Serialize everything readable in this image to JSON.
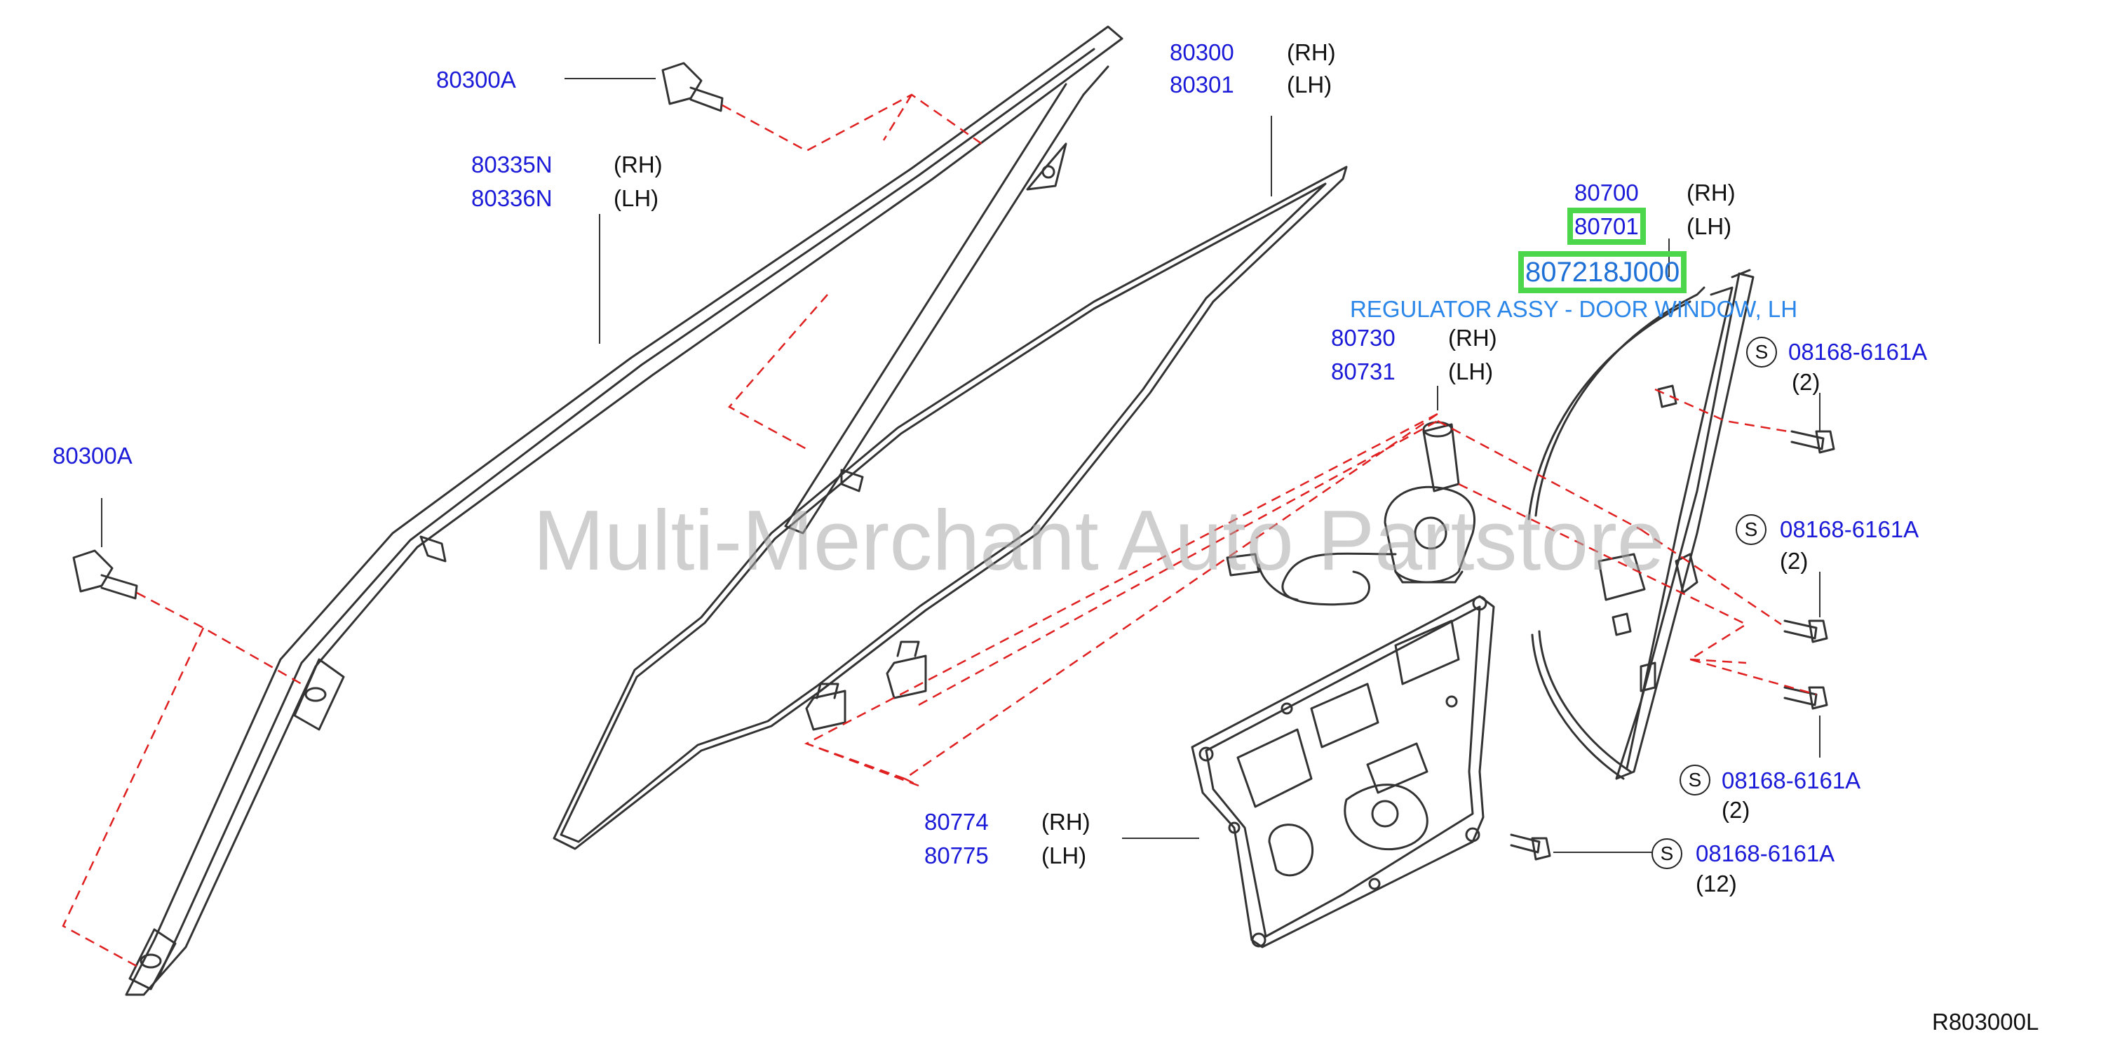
{
  "watermark": "Multi-Merchant Auto Partstore",
  "reference_code": "R803000L",
  "callout": {
    "part_number": "807218J000",
    "description": "REGULATOR ASSY - DOOR WINDOW, LH"
  },
  "labels": {
    "sash_bolt_top": {
      "part": "80300A"
    },
    "sash_bolt_left": {
      "part": "80300A"
    },
    "sash": {
      "rh": "80335N",
      "lh": "80336N",
      "rh_tag": "(RH)",
      "lh_tag": "(LH)"
    },
    "glass": {
      "rh": "80300",
      "lh": "80301",
      "rh_tag": "(RH)",
      "lh_tag": "(LH)"
    },
    "regulator": {
      "rh": "80700",
      "lh": "80701",
      "rh_tag": "(RH)",
      "lh_tag": "(LH)"
    },
    "motor": {
      "rh": "80730",
      "lh": "80731",
      "rh_tag": "(RH)",
      "lh_tag": "(LH)"
    },
    "module_panel": {
      "rh": "80774",
      "lh": "80775",
      "rh_tag": "(RH)",
      "lh_tag": "(LH)"
    }
  },
  "bolts": [
    {
      "s": "S",
      "part": "08168-6161A",
      "qty": "(2)"
    },
    {
      "s": "S",
      "part": "08168-6161A",
      "qty": "(2)"
    },
    {
      "s": "S",
      "part": "08168-6161A",
      "qty": "(2)"
    },
    {
      "s": "S",
      "part": "08168-6161A",
      "qty": "(12)"
    }
  ],
  "colors": {
    "part_number": "#1a1ad8",
    "callout": "#2a86e8",
    "highlight": "#4cd64c",
    "dashed_line": "#e02020",
    "drawing": "#333333",
    "watermark": "#a9a9a9"
  }
}
